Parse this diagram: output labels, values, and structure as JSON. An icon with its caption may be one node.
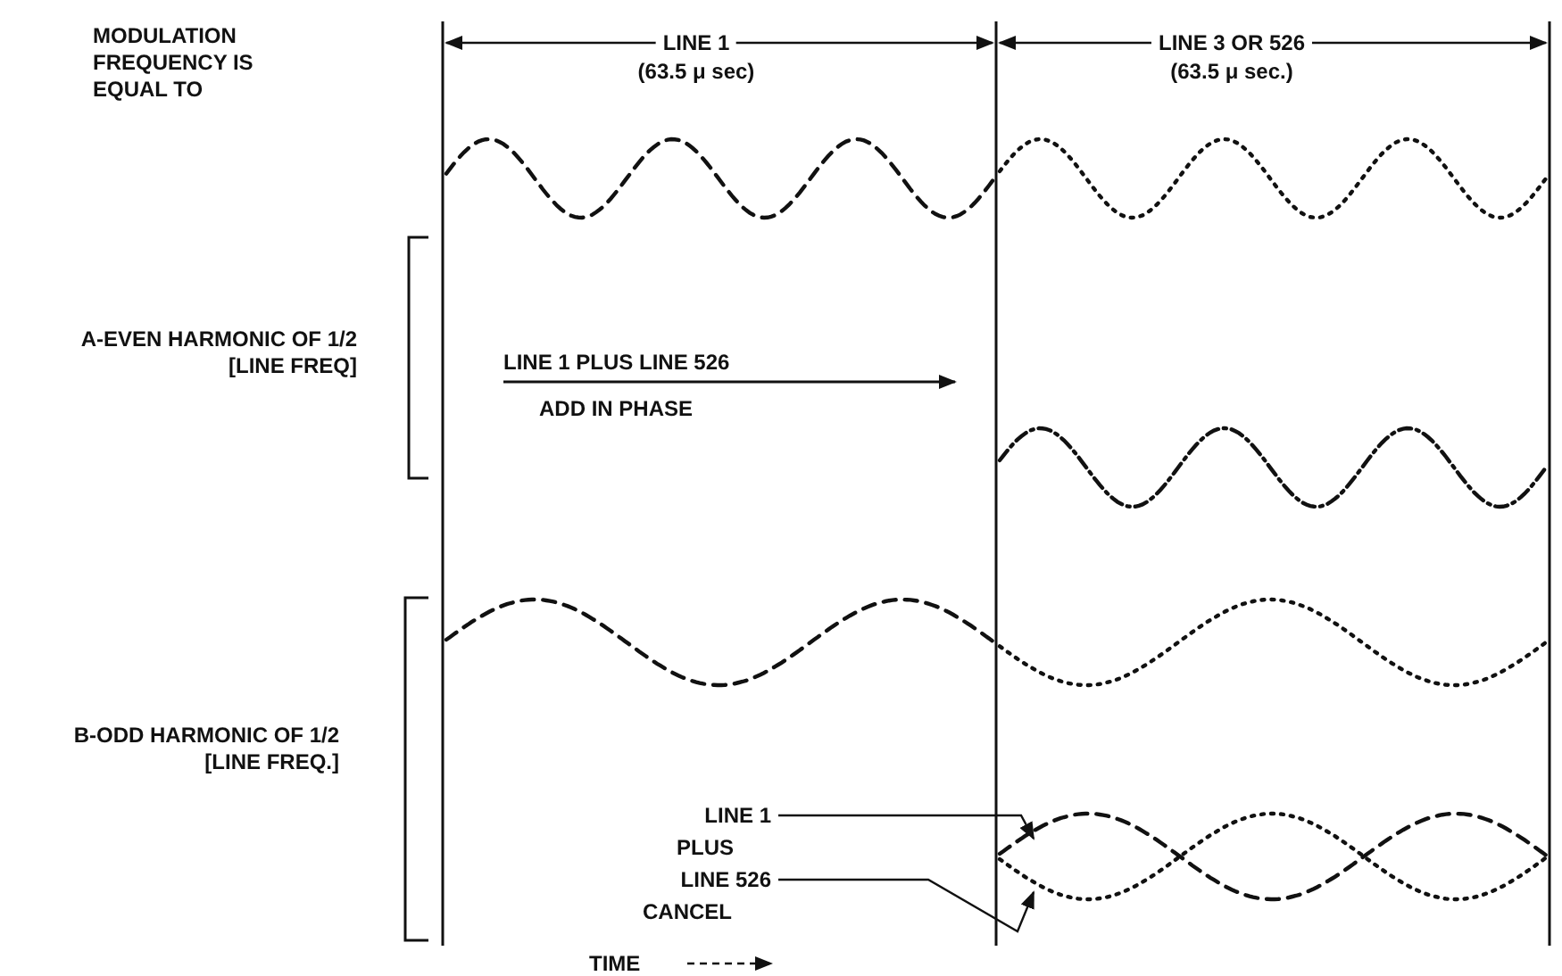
{
  "diagram": {
    "nodes": [
      {
        "text": [
          "LINE 1"
        ]
      },
      {
        "text": [
          "LINE 526"
        ]
      },
      {
        "text": [],
        "shape": "picture"
      },
      {
        "text": [],
        "shape": "picture"
      }
    ],
    "edges": [
      {
        "from": 0,
        "to": 2,
        "arrow": "to"
      },
      {
        "from": 1,
        "to": 3,
        "arrow": "to"
      }
    ],
    "labels": [
      "MODULATION FREQUENCY IS EQUAL TO",
      "LINE 1",
      "(63.5 μ sec)",
      "LINE 3 OR 526",
      "(63.5 μ sec.)",
      "A-EVEN HARMONIC OF 1/2 [LINE FREQ]",
      "LINE 1 PLUS LINE 526",
      "ADD IN PHASE",
      "B-ODD HARMONIC OF 1/2 [LINE FREQ.]",
      "PLUS",
      "CANCEL",
      "TIME"
    ]
  }
}
